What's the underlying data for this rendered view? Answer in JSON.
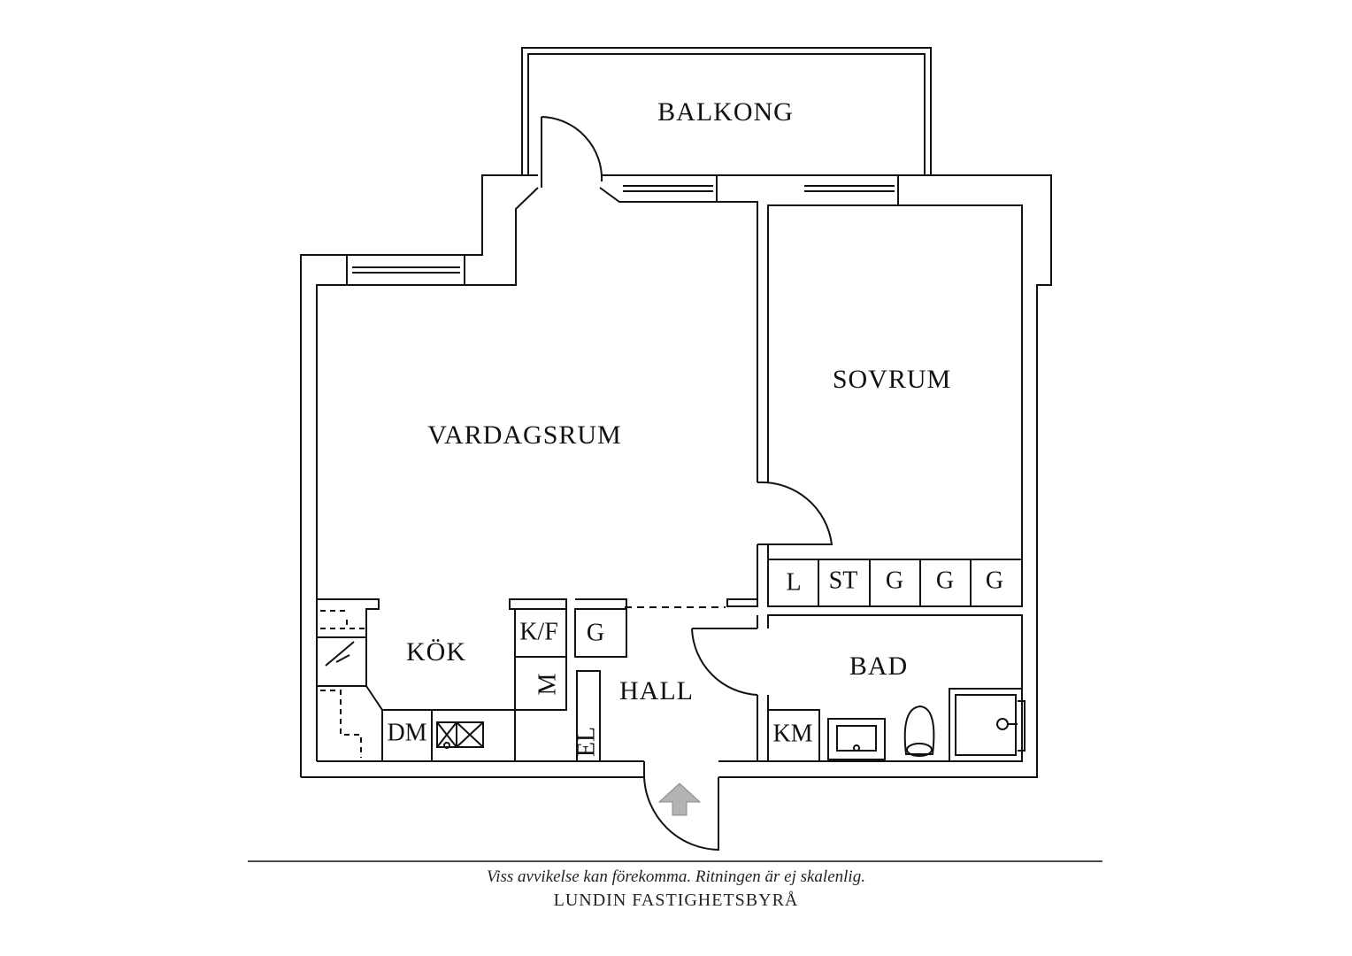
{
  "rooms": {
    "balkong": "BALKONG",
    "vardagsrum": "VARDAGSRUM",
    "sovrum": "SOVRUM",
    "kok": "KÖK",
    "hall": "HALL",
    "bad": "BAD"
  },
  "fixtures": {
    "closet_l": "L",
    "closet_st": "ST",
    "closet_g1": "G",
    "closet_g2": "G",
    "closet_g3": "G",
    "kf": "K/F",
    "hall_g": "G",
    "m": "M",
    "dm": "DM",
    "el": "EL",
    "km": "KM"
  },
  "footer": {
    "disclaimer": "Viss avvikelse kan förekomma. Ritningen är ej skalenlig.",
    "brand": "LUNDIN FASTIGHETSBYRÅ"
  },
  "colors": {
    "line": "#111111",
    "arrow": "#b3b3b3"
  },
  "icons": {
    "entrance": "entrance-arrow-icon"
  }
}
